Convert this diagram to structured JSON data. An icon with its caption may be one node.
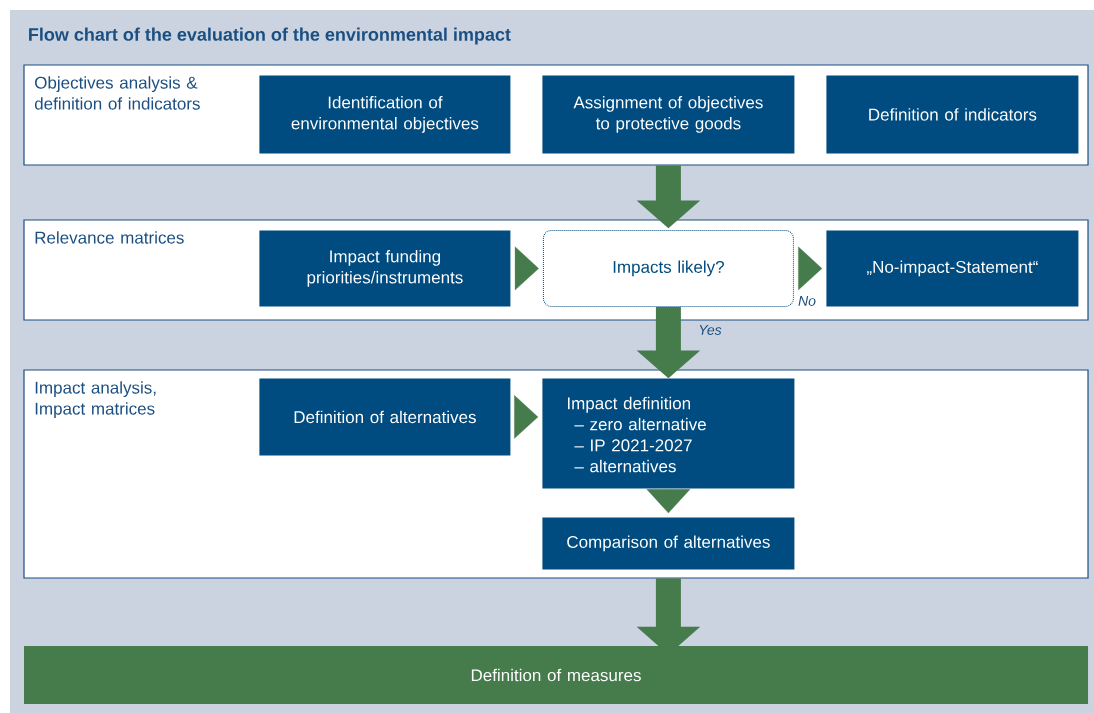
{
  "diagram": {
    "title": "Flow chart of the evaluation of the environmental impact",
    "nodes": [
      {
        "text": [
          "Objectives analysis & definition of indicators"
        ]
      },
      {
        "text": [
          "Identification of environmental objectives"
        ],
        "in": 0
      },
      {
        "text": [
          "Assignment of objectives to protective goods"
        ],
        "in": 0
      },
      {
        "text": [
          "Definition of indicators"
        ],
        "in": 0
      },
      {
        "text": [
          "Relevance matrices"
        ]
      },
      {
        "text": [
          "Impact funding priorities/instruments"
        ],
        "in": 4
      },
      {
        "text": [
          "Impacts likely?"
        ],
        "in": 4
      },
      {
        "text": [
          "„No-impact-Statement“"
        ],
        "in": 4
      },
      {
        "text": [
          "Impact analysis, Impact matrices"
        ]
      },
      {
        "text": [
          "Definition of alternatives"
        ],
        "in": 8
      },
      {
        "text": [
          "Impact definition",
          "– zero alternative",
          "– IP 2021-2027",
          "– alternatives"
        ],
        "in": 8
      },
      {
        "text": [
          "Comparison of alternatives"
        ],
        "in": 8
      },
      {
        "text": [
          "Definition of measures"
        ]
      }
    ],
    "edges": [
      {
        "from": 0,
        "to": 4,
        "arrow": "to",
        "style": "thick"
      },
      {
        "from": 5,
        "to": 6,
        "arrow": "to"
      },
      {
        "from": 6,
        "to": 7,
        "arrow": "to",
        "label": "No"
      },
      {
        "from": 6,
        "to": 8,
        "arrow": "to",
        "label": "Yes",
        "style": "thick"
      },
      {
        "from": 9,
        "to": 10,
        "arrow": "to"
      },
      {
        "from": 10,
        "to": 11,
        "arrow": "to"
      },
      {
        "from": 8,
        "to": 12,
        "arrow": "to",
        "style": "thick"
      }
    ]
  }
}
